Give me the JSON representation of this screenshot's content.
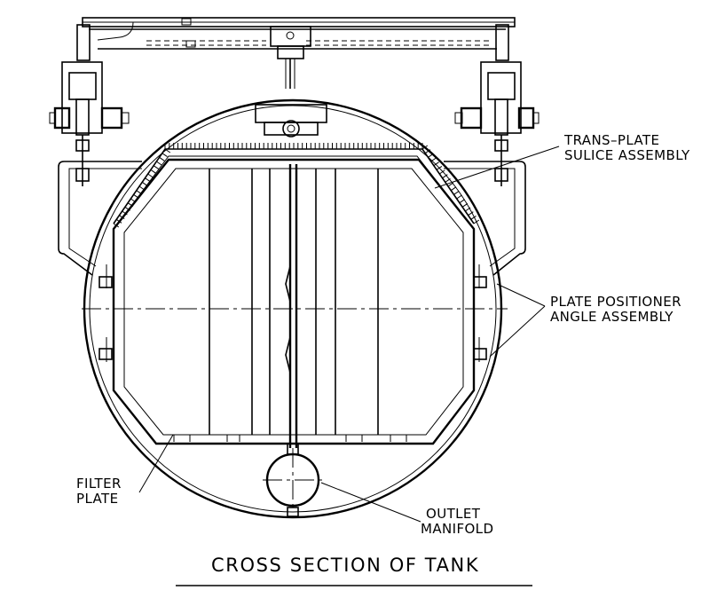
{
  "title": "CROSS SECTION OF TANK",
  "callouts": {
    "trans_plate_line1": "TRANS–PLATE",
    "trans_plate_line2": "SULICE ASSEMBLY",
    "positioner_line1": "PLATE POSITIONER",
    "positioner_line2": "ANGLE ASSEMBLY",
    "filter_plate_line1": "FILTER",
    "filter_plate_line2": "PLATE",
    "outlet_line1": "OUTLET",
    "outlet_line2": "MANIFOLD"
  },
  "colors": {
    "line": "#000000",
    "background": "#ffffff"
  }
}
